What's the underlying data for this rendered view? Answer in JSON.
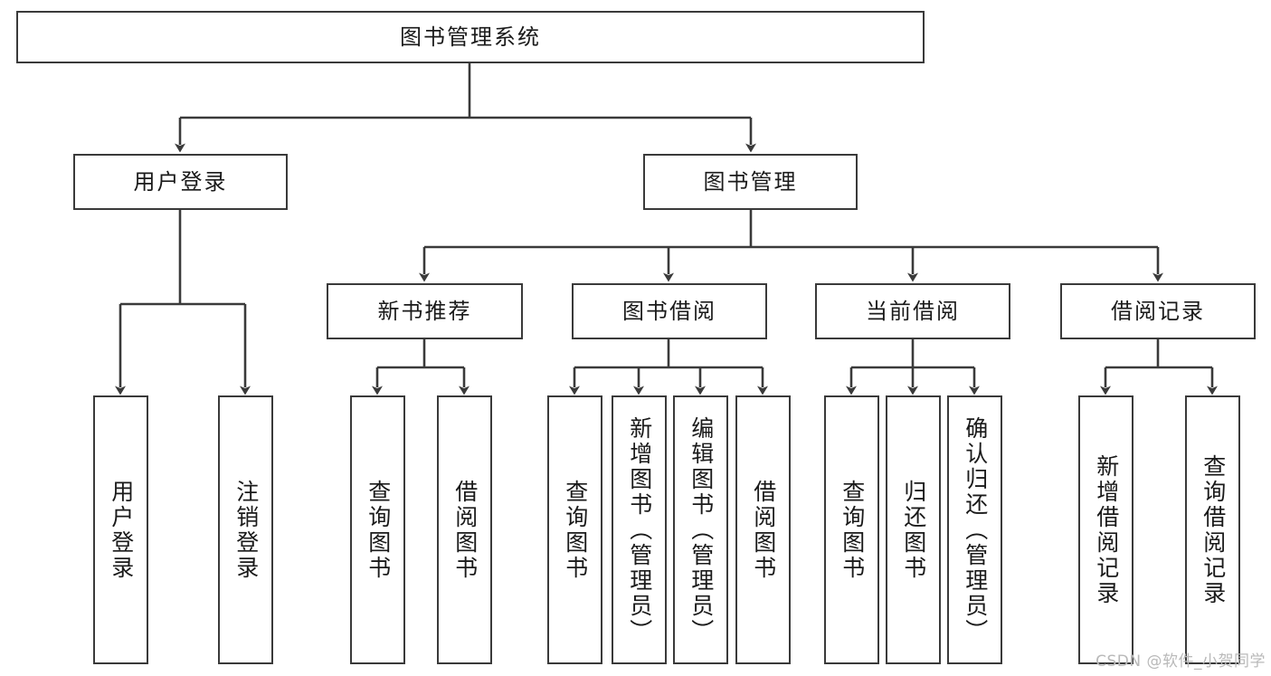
{
  "diagram": {
    "title": "图书管理系统",
    "type": "tree",
    "watermark": "CSDN @软件_小贺同学",
    "colors": {
      "box_border": "#3a3a3a",
      "box_fill": "#ffffff",
      "edge": "#3a3a3a",
      "text": "#1a1a1a",
      "watermark": "#b9b9b9"
    },
    "nodes": {
      "root": {
        "label": "图书管理系统"
      },
      "level2": [
        {
          "id": "user_login",
          "label": "用户登录"
        },
        {
          "id": "book_manage",
          "label": "图书管理"
        }
      ],
      "level3": [
        {
          "id": "new_book_rec",
          "label": "新书推荐"
        },
        {
          "id": "book_borrow",
          "label": "图书借阅"
        },
        {
          "id": "current_borrow",
          "label": "当前借阅"
        },
        {
          "id": "borrow_record",
          "label": "借阅记录"
        }
      ],
      "leaves": {
        "user_login": [
          {
            "id": "leaf_user_login",
            "label": "用户登录"
          },
          {
            "id": "leaf_user_logout",
            "label": "注销登录"
          }
        ],
        "new_book_rec": [
          {
            "id": "leaf_query_book_1",
            "label": "查询图书"
          },
          {
            "id": "leaf_borrow_book_1",
            "label": "借阅图书"
          }
        ],
        "book_borrow": [
          {
            "id": "leaf_query_book_2",
            "label": "查询图书"
          },
          {
            "id": "leaf_add_book",
            "label": "新增图书（管理员）"
          },
          {
            "id": "leaf_edit_book",
            "label": "编辑图书（管理员）"
          },
          {
            "id": "leaf_borrow_book_2",
            "label": "借阅图书"
          }
        ],
        "current_borrow": [
          {
            "id": "leaf_query_book_3",
            "label": "查询图书"
          },
          {
            "id": "leaf_return_book",
            "label": "归还图书"
          },
          {
            "id": "leaf_confirm_return",
            "label": "确认归还（管理员）"
          }
        ],
        "borrow_record": [
          {
            "id": "leaf_add_record",
            "label": "新增借阅记录"
          },
          {
            "id": "leaf_query_record",
            "label": "查询借阅记录"
          }
        ]
      }
    }
  }
}
